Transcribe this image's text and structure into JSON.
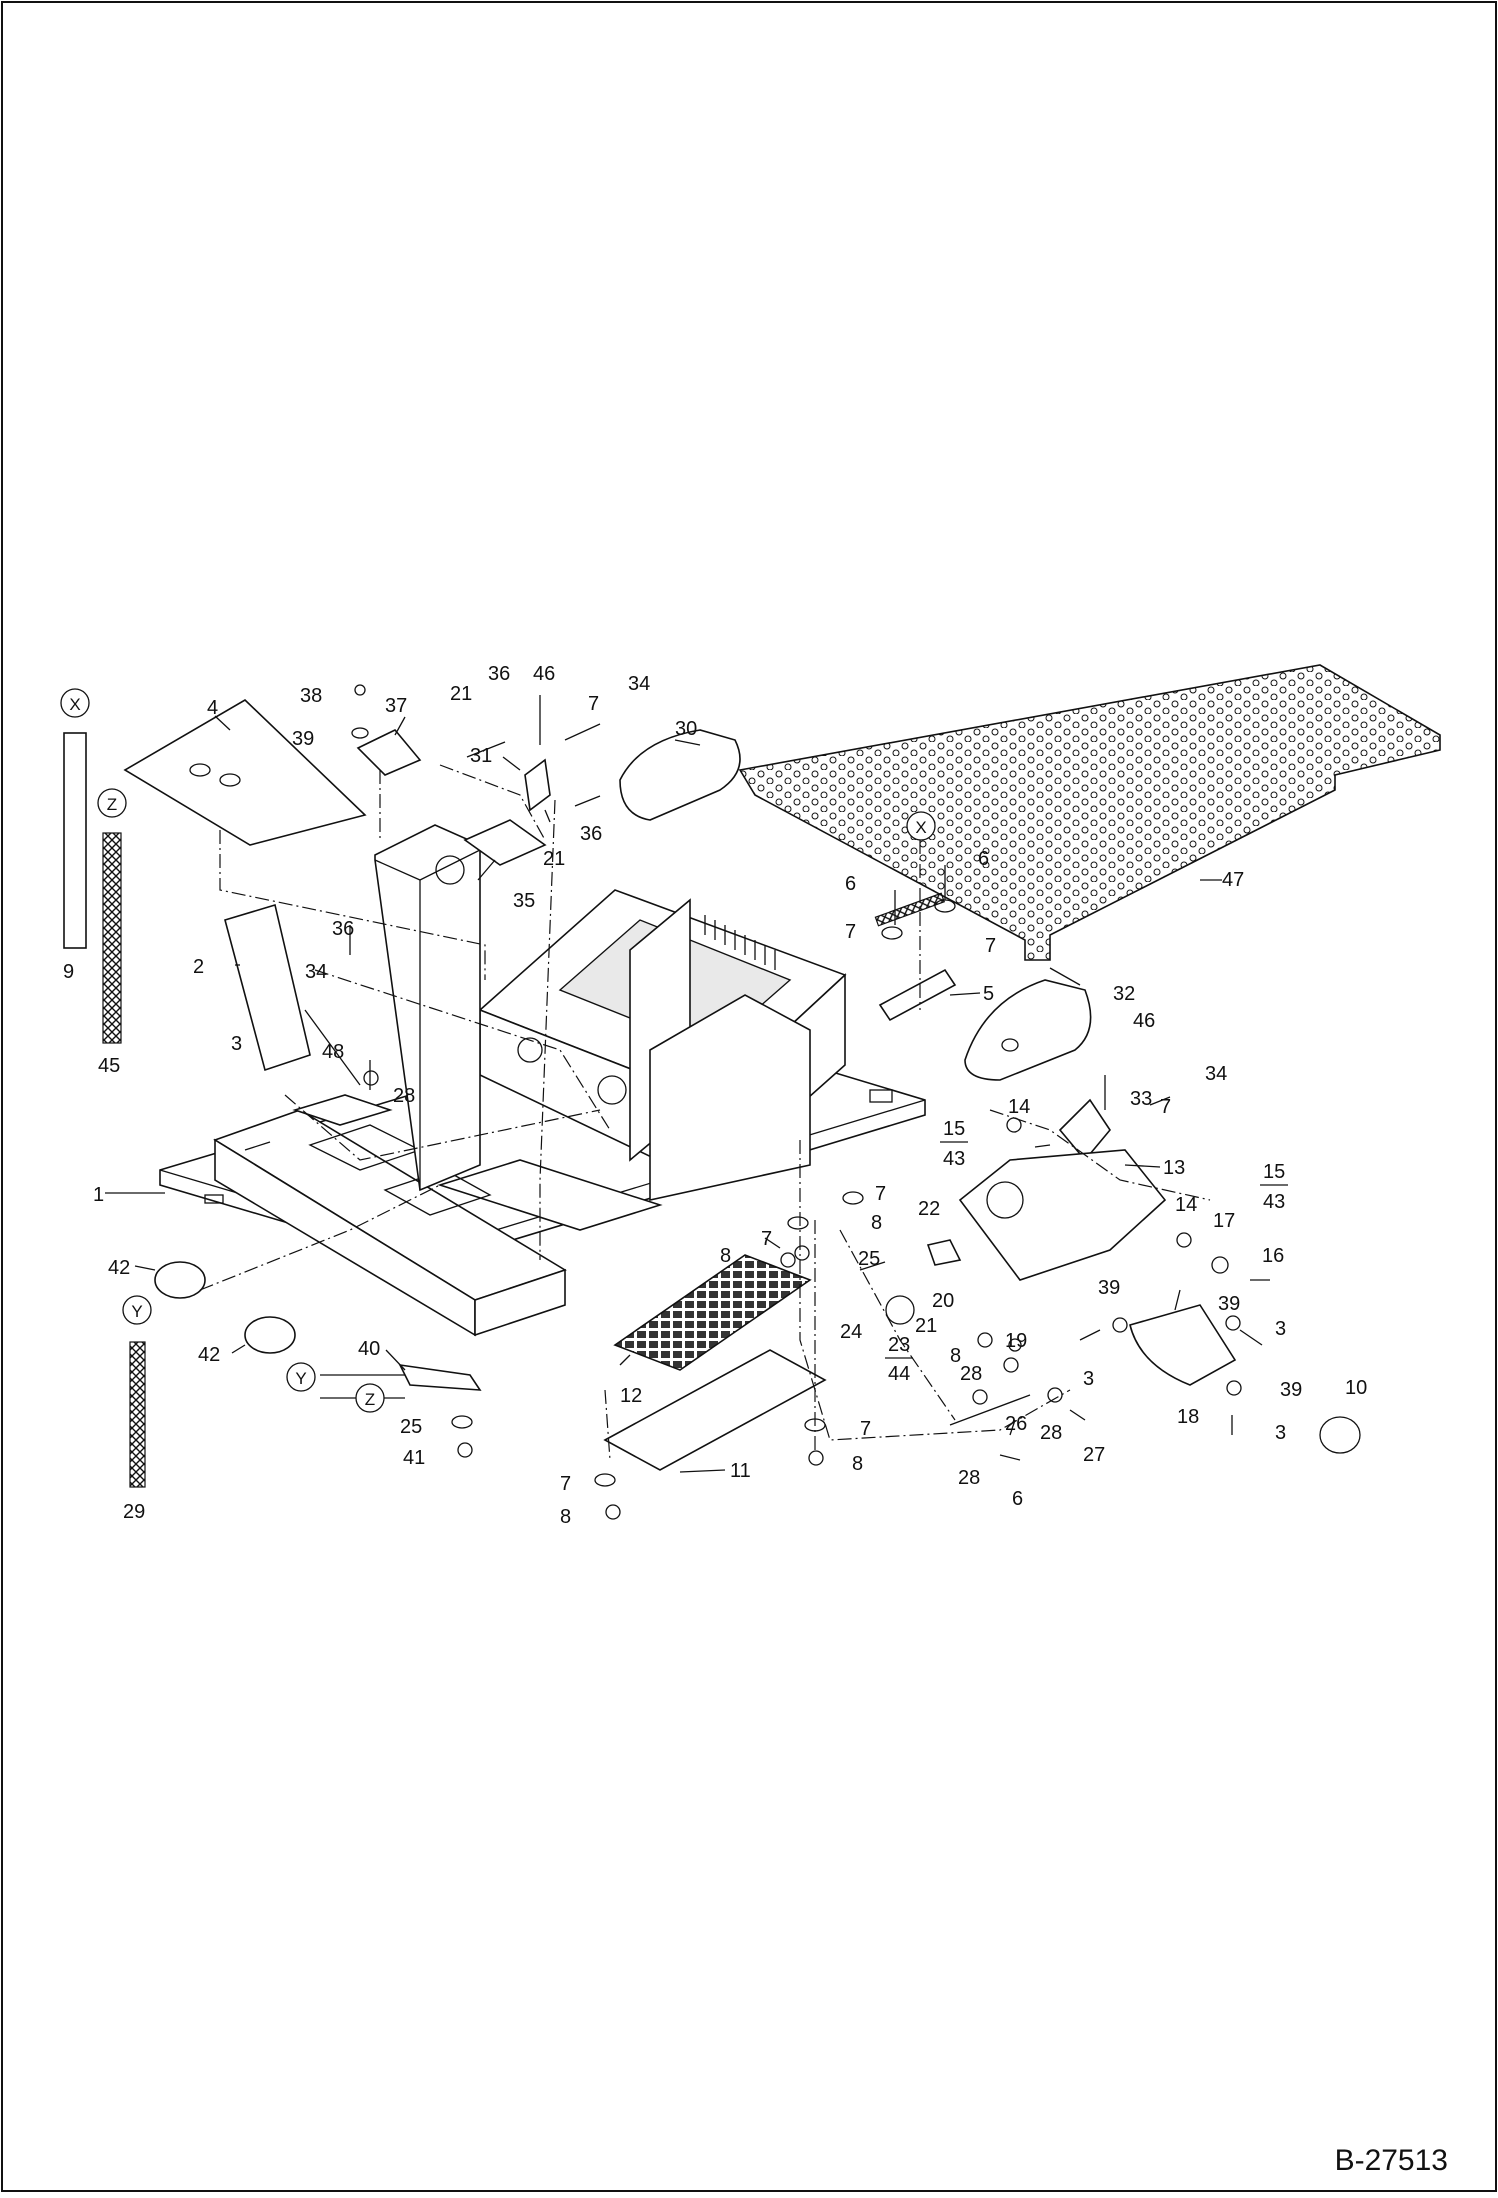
{
  "drawing_number": "B-27513",
  "reference_markers": [
    "X",
    "Z",
    "Y"
  ],
  "callouts": [
    "1",
    "2",
    "3",
    "4",
    "5",
    "6",
    "7",
    "8",
    "9",
    "10",
    "11",
    "12",
    "13",
    "14",
    "15",
    "16",
    "17",
    "18",
    "19",
    "20",
    "21",
    "22",
    "23",
    "24",
    "25",
    "26",
    "27",
    "28",
    "29",
    "30",
    "31",
    "32",
    "33",
    "34",
    "35",
    "36",
    "37",
    "38",
    "39",
    "40",
    "41",
    "42",
    "43",
    "44",
    "45",
    "46",
    "47",
    "48"
  ],
  "fractions": [
    [
      "15",
      "43"
    ],
    [
      "15",
      "43"
    ],
    [
      "23",
      "44"
    ]
  ],
  "colors": {
    "line": "#111111",
    "background": "#ffffff"
  }
}
